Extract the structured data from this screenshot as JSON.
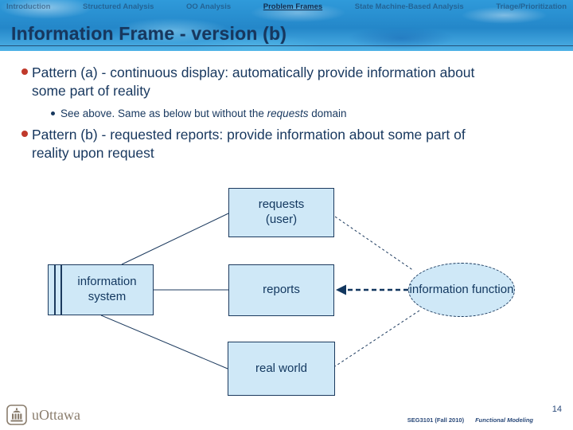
{
  "nav": {
    "items": [
      {
        "label": "Introduction",
        "active": false
      },
      {
        "label": "Structured Analysis",
        "active": false
      },
      {
        "label": "OO Analysis",
        "active": false
      },
      {
        "label": "Problem Frames",
        "active": true
      },
      {
        "label": "State Machine-Based Analysis",
        "active": false
      },
      {
        "label": "Triage/Prioritization",
        "active": false
      }
    ]
  },
  "title": "Information Frame - version (b)",
  "bullets": {
    "b1": "Pattern (a) - continuous display: automatically provide information about some part of reality",
    "sub": {
      "before": "See above. Same as below but without the ",
      "italic": "requests",
      "after": " domain"
    },
    "b2": "Pattern (b) - requested reports: provide information about some part of reality upon request"
  },
  "diagram": {
    "requests_line1": "requests",
    "requests_line2": "(user)",
    "information_system": "information system",
    "reports": "reports",
    "information_function": "information function",
    "real_world": "real world",
    "colors": {
      "box_fill": "#cfe8f7",
      "box_border": "#1c3a5e",
      "text": "#12375f"
    }
  },
  "footer": {
    "logo_text": "uOttawa",
    "course": "SEG3101 (Fall 2010)",
    "deck_title": "Functional Modeling",
    "page": "14"
  },
  "colors": {
    "title_text": "#17375e",
    "bullet_accent": "#c0392b",
    "header_water": "#2a93d5",
    "logo_taupe": "#8a7d6d"
  }
}
